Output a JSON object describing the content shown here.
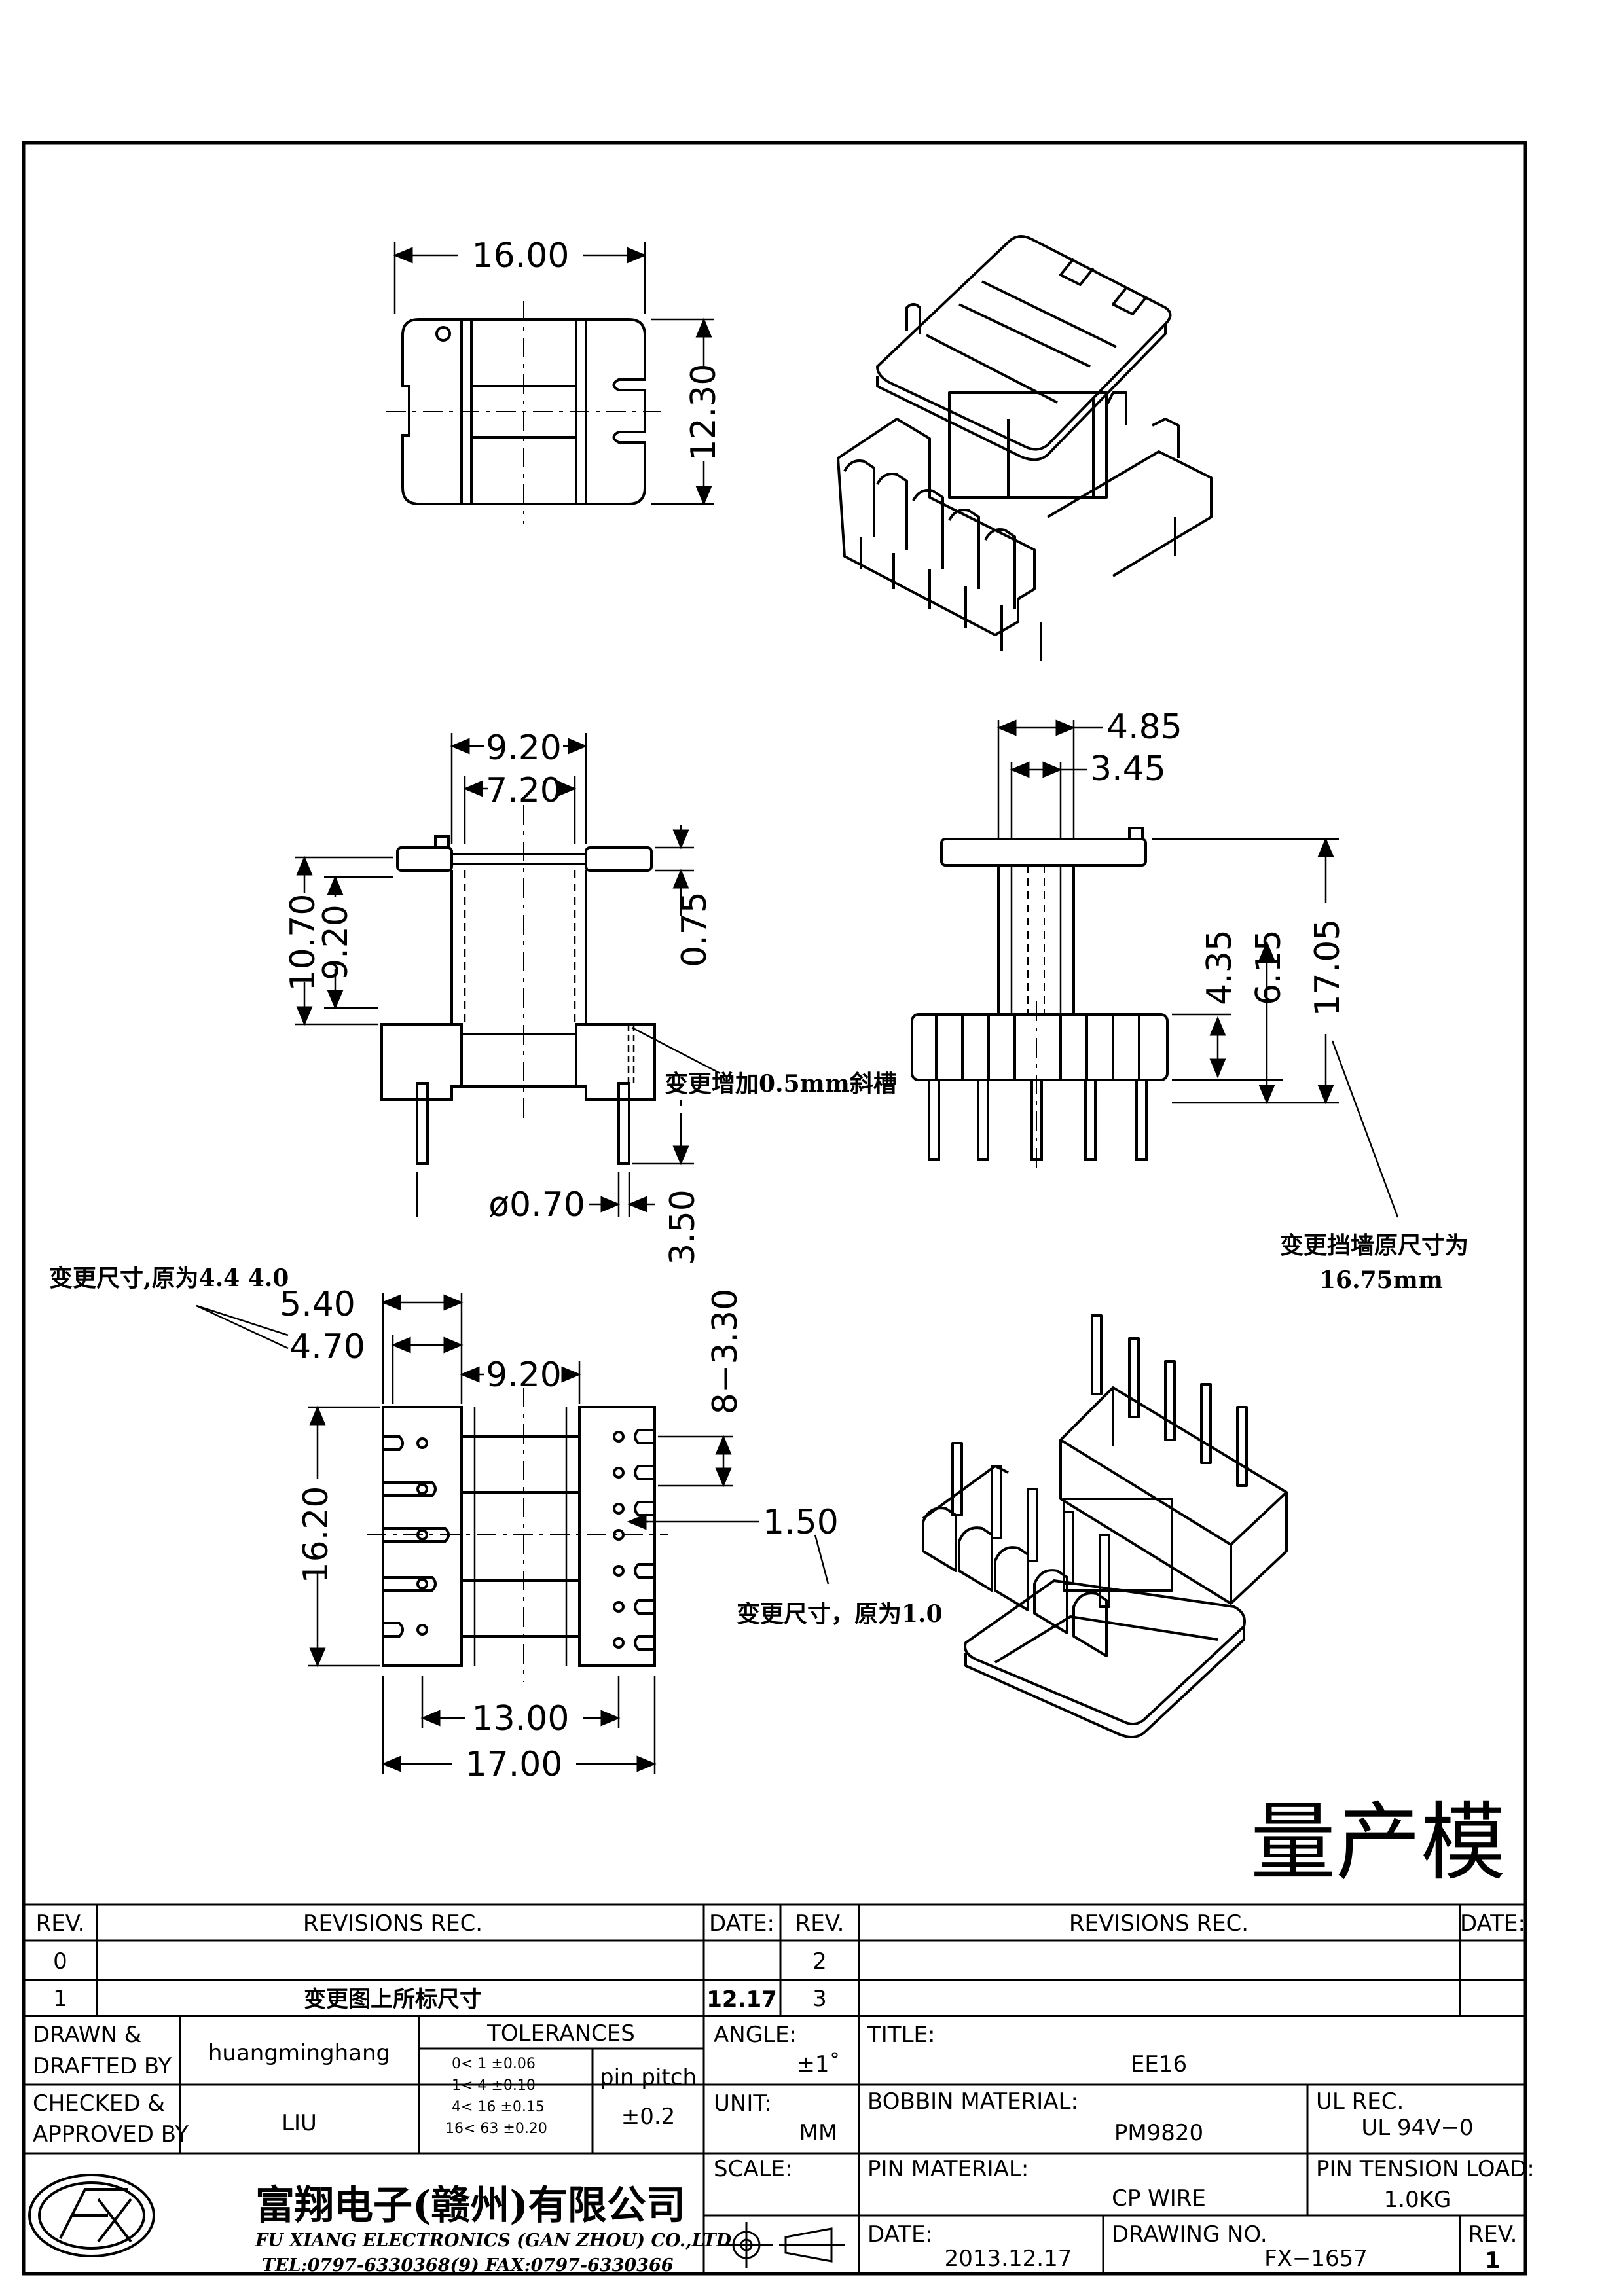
{
  "dimensions": {
    "top_width": "16.00",
    "top_height": "12.30",
    "front_9_20": "9.20",
    "front_7_20": "7.20",
    "front_10_70": "10.70",
    "front_9_20_v": "9.20",
    "front_0_75": "0.75",
    "pin_dia": "ø0.70",
    "pin_len": "3.50",
    "side_4_85": "4.85",
    "side_3_45": "3.45",
    "side_4_35": "4.35",
    "side_6_15": "6.15",
    "side_17_05": "17.05",
    "bottom_5_40": "5.40",
    "bottom_4_70": "4.70",
    "bottom_9_20": "9.20",
    "bottom_16_20": "16.20",
    "bottom_8_3_30": "8−3.30",
    "bottom_1_50": "1.50",
    "bottom_13_00": "13.00",
    "bottom_17_00": "17.00"
  },
  "notes": {
    "slot_note": "变更增加0.5mm斜槽",
    "wall_note_line1": "变更挡墙原尺寸为",
    "wall_note_line2": "16.75mm",
    "size_note": "变更尺寸,原为4.4   4.0",
    "size_note2": "变更尺寸，原为1.0",
    "production": "量产模"
  },
  "title_block": {
    "rev_header": "REV.",
    "revisions_header": "REVISIONS   REC.",
    "date_header": "DATE:",
    "rev_header2": "REV.",
    "revisions_header2": "REVISIONS   REC.",
    "date_header2": "DATE:",
    "rev0": "0",
    "rev1": "1",
    "rev1_desc": "变更图上所标尺寸",
    "rev1_date": "12.17",
    "rev2": "2",
    "rev3": "3",
    "drawn_label1": "DRAWN  &",
    "drawn_label2": "DRAFTED  BY",
    "drawn_by": "huangminghang",
    "checked_label1": "CHECKED  &",
    "checked_label2": "APPROVED  BY",
    "checked_by": "LIU",
    "tolerances_label": "TOLERANCES",
    "tol_rows": [
      "0<   1    ±0.06",
      "1<   4    ±0.10",
      "4<   16  ±0.15",
      "16<   63  ±0.20"
    ],
    "pin_pitch_label1": "pin  pitch",
    "pin_pitch_value": "±0.2",
    "angle_label": "ANGLE:",
    "angle_value": "±1˚",
    "unit_label": "UNIT:",
    "unit_value": "MM",
    "scale_label": "SCALE:",
    "title_label": "TITLE:",
    "title_value": "EE16",
    "bobbin_label": "BOBBIN  MATERIAL:",
    "bobbin_value": "PM9820",
    "ul_label": "UL  REC.",
    "ul_value": "UL  94V−0",
    "pin_mat_label": "PIN  MATERIAL:",
    "pin_mat_value": "CP  WIRE",
    "pin_tension_label": "PIN  TENSION  LOAD:",
    "pin_tension_value": "1.0KG",
    "date_label": "DATE:",
    "date_value": "2013.12.17",
    "drawing_no_label": "DRAWING  NO.",
    "drawing_no_value": "FX−1657",
    "rev_label": "REV.",
    "rev_value": "1",
    "company_cn": "富翔电子(赣州)有限公司",
    "company_en": "FU XIANG ELECTRONICS (GAN ZHOU) CO.,LTD.",
    "company_tel": "TEL:0797-6330368(9)     FAX:0797-6330366"
  }
}
